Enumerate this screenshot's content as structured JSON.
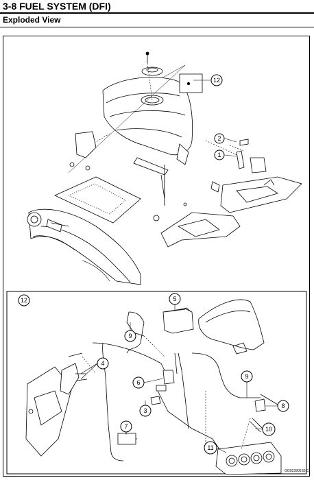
{
  "header": {
    "page_title": "3-8 FUEL SYSTEM (DFI)",
    "section_title": "Exploded View"
  },
  "callouts": [
    "1",
    "2",
    "3",
    "4",
    "5",
    "6",
    "7",
    "8",
    "9",
    "10",
    "11",
    "12"
  ],
  "drawing_code": "GG023905S5 C",
  "icons": [
    "exploded-fuel-system-drawing",
    "detail-view-12-drawing"
  ]
}
